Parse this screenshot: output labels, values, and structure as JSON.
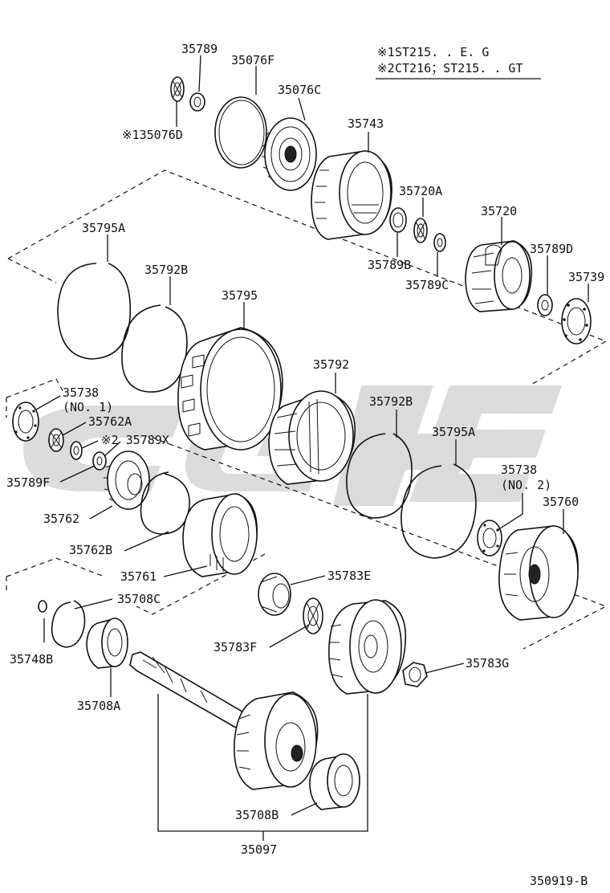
{
  "notes": [
    {
      "mark": "※1",
      "text": "ST215. . E. G"
    },
    {
      "mark": "※2",
      "text": "CT216；ST215. . GT"
    }
  ],
  "labels": {
    "p35789": "35789",
    "p35076F": "35076F",
    "p35076D": "※135076D",
    "p35076C": "35076C",
    "p35743": "35743",
    "p35720A": "35720A",
    "p35720": "35720",
    "p35789B": "35789B",
    "p35789C": "35789C",
    "p35789D": "35789D",
    "p35739": "35739",
    "p35795A_top": "35795A",
    "p35792B_top": "35792B",
    "p35795": "35795",
    "p35792": "35792",
    "p35738_no1": "35738",
    "p35738_no1_sub": "(NO. 1)",
    "p35762A": "35762A",
    "p35789X": "※2 35789X",
    "p35789F": "35789F",
    "p35762": "35762",
    "p35792B_mid": "35792B",
    "p35795A_mid": "35795A",
    "p35738_no2": "35738",
    "p35738_no2_sub": "(NO. 2)",
    "p35760": "35760",
    "p35762B": "35762B",
    "p35761": "35761",
    "p35783E": "35783E",
    "p35708C": "35708C",
    "p35748B": "35748B",
    "p35783F": "35783F",
    "p35783G": "35783G",
    "p35708A": "35708A",
    "p35708B": "35708B",
    "p35097": "35097",
    "diagram_code": "350919-B"
  },
  "colors": {
    "ink": "#111111",
    "watermark": "#9a9a9a"
  }
}
